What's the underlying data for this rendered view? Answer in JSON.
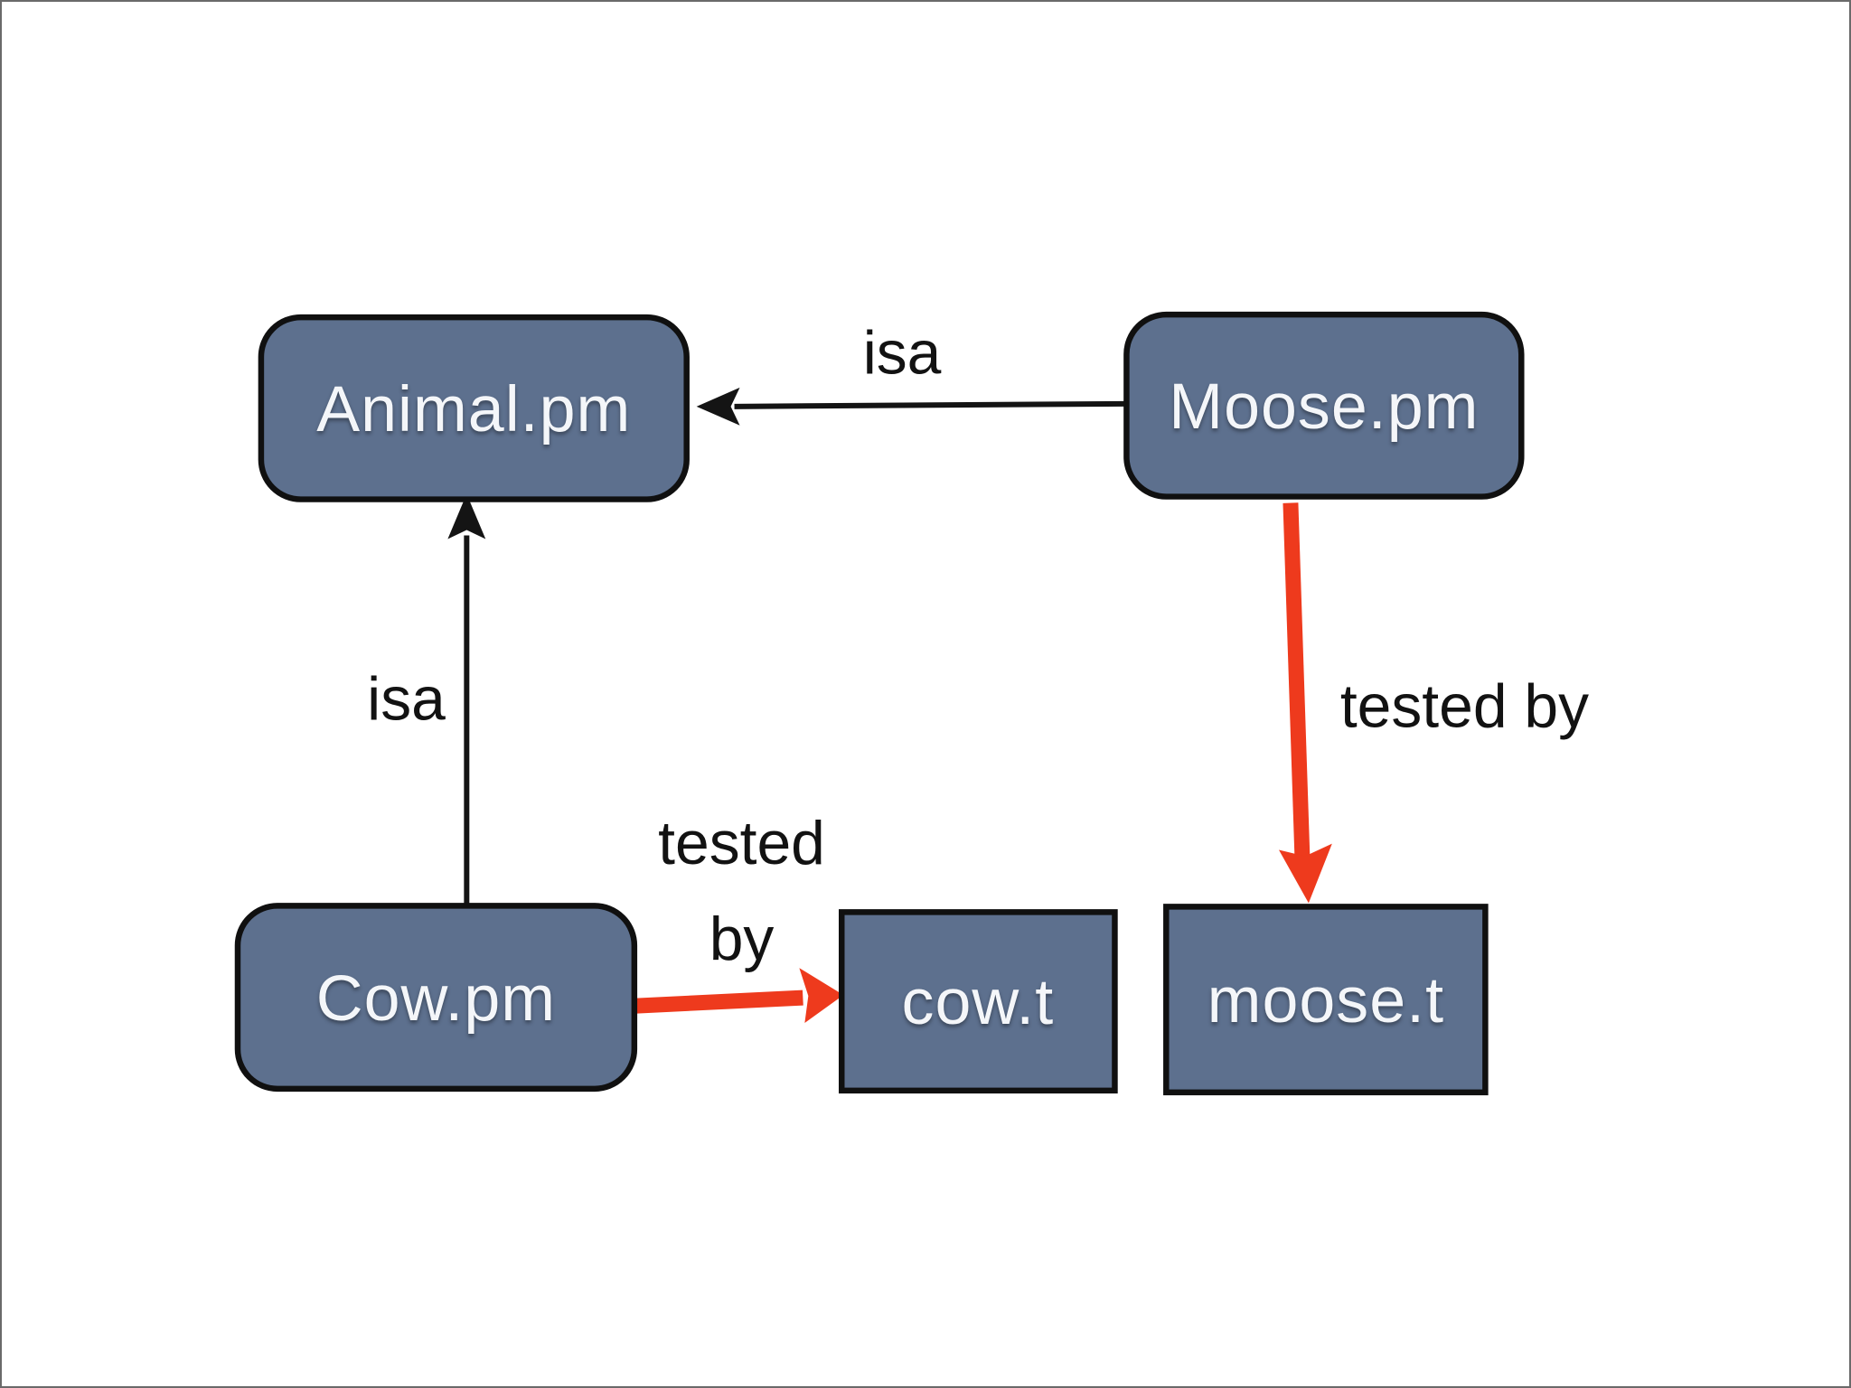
{
  "diagram": {
    "nodes": [
      {
        "id": "animal-pm",
        "label": "Animal.pm",
        "shape": "rounded-rect"
      },
      {
        "id": "moose-pm",
        "label": "Moose.pm",
        "shape": "rounded-rect"
      },
      {
        "id": "cow-pm",
        "label": "Cow.pm",
        "shape": "rounded-rect"
      },
      {
        "id": "cow-t",
        "label": "cow.t",
        "shape": "rect"
      },
      {
        "id": "moose-t",
        "label": "moose.t",
        "shape": "rect"
      }
    ],
    "edges": [
      {
        "from": "Moose.pm",
        "to": "Animal.pm",
        "label": "isa",
        "style": "black-thin",
        "label_lines": [
          "isa"
        ]
      },
      {
        "from": "Cow.pm",
        "to": "Animal.pm",
        "label": "isa",
        "style": "black-thin",
        "label_lines": [
          "isa"
        ]
      },
      {
        "from": "Cow.pm",
        "to": "cow.t",
        "label": "tested by",
        "style": "red-thick",
        "label_lines": [
          "tested",
          "by"
        ]
      },
      {
        "from": "Moose.pm",
        "to": "moose.t",
        "label": "tested by",
        "style": "red-thick",
        "label_lines": [
          "tested by"
        ]
      }
    ],
    "colors": {
      "background": "#ffffff",
      "frame": "#6a6a6a",
      "node_fill": "#5d708e",
      "node_border": "#101010",
      "node_text": "#f4f6f9",
      "label_text": "#121212",
      "arrow_black": "#141414",
      "arrow_red": "#ee3a1d"
    }
  }
}
